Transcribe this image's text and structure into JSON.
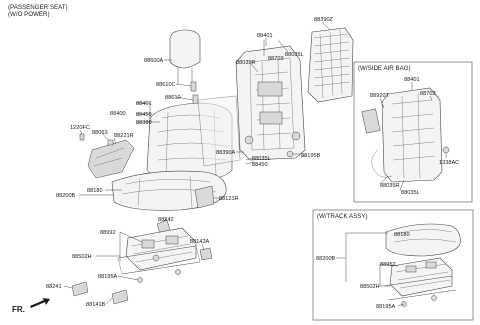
{
  "header": {
    "line1": "(PASSENGER SEAT)",
    "line2": "(W/O POWER)"
  },
  "labels": {
    "l88390Z": "88390Z",
    "l88401_top": "88401",
    "l88035L_top": "88035L",
    "l88703_top": "88703",
    "l88035R_top": "88035R",
    "l88600A": "88600A",
    "l88610C": "88610C",
    "l88610": "88610",
    "l88401_mid": "88401",
    "l88400": "88400",
    "l88450_mid": "88450",
    "l88380": "88380",
    "l1220FC": "1220FC",
    "l88063": "88063",
    "l88221R": "88221R",
    "l88390A": "88390A",
    "l88035L_mid": "88035L",
    "l88450_low": "88450",
    "l88195B": "88195B",
    "l88180": "88180",
    "l88200B": "88200B",
    "l88121R": "88121R",
    "l88242": "88242",
    "l88992": "88992",
    "l88502H": "88502H",
    "l88142A": "88142A",
    "l88195A": "88195A",
    "l88241": "88241",
    "l88141B": "88141B",
    "fr": "FR."
  },
  "airbag_box": {
    "title": "(W/SIDE AIR BAG)",
    "l88401": "88401",
    "l88920T": "88920T",
    "l88703": "88703",
    "l88035R": "88035R",
    "l88035L": "88035L",
    "l1338AC": "1338AC"
  },
  "track_box": {
    "title": "(W/TRACK ASSY)",
    "l88180": "88180",
    "l88200B": "88200B",
    "l88952": "88952",
    "l88502H": "88502H",
    "l88195A": "88195A"
  }
}
